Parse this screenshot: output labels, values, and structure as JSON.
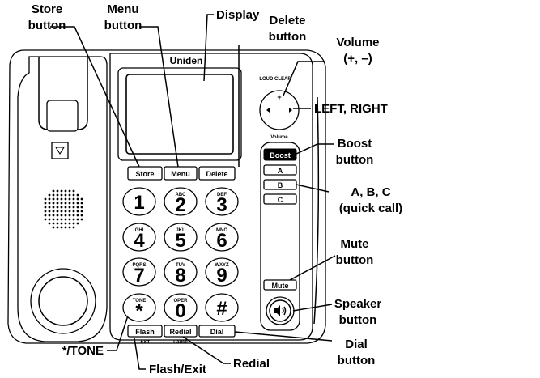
{
  "brand": "Uniden",
  "logo_text": "LOUD CLEAR",
  "callouts": {
    "store": [
      "Store",
      "button"
    ],
    "menu": [
      "Menu",
      "button"
    ],
    "display": "Display",
    "delete": [
      "Delete",
      "button"
    ],
    "volume": [
      "Volume",
      "(+, –)"
    ],
    "left_right": "LEFT, RIGHT",
    "boost": [
      "Boost",
      "button"
    ],
    "abc": [
      "A, B, C",
      "(quick call)"
    ],
    "mute": [
      "Mute",
      "button"
    ],
    "speaker": [
      "Speaker",
      "button"
    ],
    "dial": [
      "Dial",
      "button"
    ],
    "redial": "Redial",
    "flash_exit": "Flash/Exit",
    "star_tone": "*/TONE"
  },
  "phone_buttons": {
    "store": "Store",
    "menu": "Menu",
    "delete": "Delete",
    "boost": "Boost",
    "a": "A",
    "b": "B",
    "c": "C",
    "mute": "Mute",
    "flash": "Flash",
    "redial": "Redial",
    "dial": "Dial",
    "exit_sub": "Exit",
    "pause_sub": "Pause",
    "volume_label": "Volume",
    "vol_plus": "+",
    "vol_minus": "–"
  },
  "keypad": [
    {
      "num": "1",
      "letters": ""
    },
    {
      "num": "2",
      "letters": "ABC"
    },
    {
      "num": "3",
      "letters": "DEF"
    },
    {
      "num": "4",
      "letters": "GHI"
    },
    {
      "num": "5",
      "letters": "JKL"
    },
    {
      "num": "6",
      "letters": "MNO"
    },
    {
      "num": "7",
      "letters": "PQRS"
    },
    {
      "num": "8",
      "letters": "TUV"
    },
    {
      "num": "9",
      "letters": "WXYZ"
    },
    {
      "num": "*",
      "letters": "TONE"
    },
    {
      "num": "0",
      "letters": "OPER"
    },
    {
      "num": "#",
      "letters": ""
    }
  ]
}
